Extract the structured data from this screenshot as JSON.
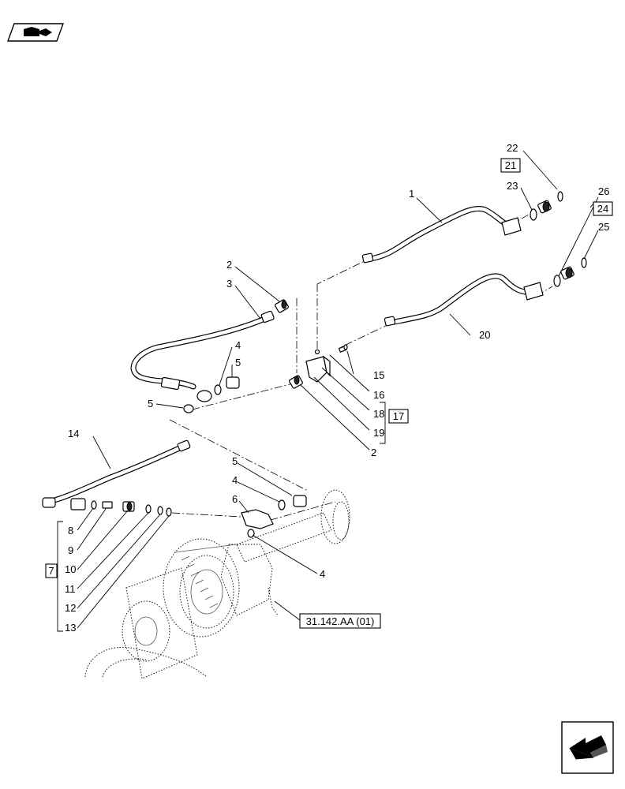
{
  "callouts": [
    {
      "id": "c1",
      "text": "1"
    },
    {
      "id": "c2a",
      "text": "2"
    },
    {
      "id": "c2b",
      "text": "2"
    },
    {
      "id": "c3",
      "text": "3"
    },
    {
      "id": "c4a",
      "text": "4"
    },
    {
      "id": "c4b",
      "text": "4"
    },
    {
      "id": "c4c",
      "text": "4"
    },
    {
      "id": "c5a",
      "text": "5"
    },
    {
      "id": "c5b",
      "text": "5"
    },
    {
      "id": "c5c",
      "text": "5"
    },
    {
      "id": "c6",
      "text": "6"
    },
    {
      "id": "c8",
      "text": "8"
    },
    {
      "id": "c9",
      "text": "9"
    },
    {
      "id": "c10",
      "text": "10"
    },
    {
      "id": "c11",
      "text": "11"
    },
    {
      "id": "c12",
      "text": "12"
    },
    {
      "id": "c13",
      "text": "13"
    },
    {
      "id": "c14",
      "text": "14"
    },
    {
      "id": "c15",
      "text": "15"
    },
    {
      "id": "c16",
      "text": "16"
    },
    {
      "id": "c18",
      "text": "18"
    },
    {
      "id": "c19",
      "text": "19"
    },
    {
      "id": "c20",
      "text": "20"
    },
    {
      "id": "c22",
      "text": "22"
    },
    {
      "id": "c23",
      "text": "23"
    },
    {
      "id": "c25",
      "text": "25"
    },
    {
      "id": "c26",
      "text": "26"
    }
  ],
  "boxed_labels": {
    "kit_7": "7",
    "kit_17": "17",
    "kit_21": "21",
    "kit_24": "24",
    "reference": "31.142.AA (01)"
  },
  "icons": {
    "top_left": "book-hand-icon",
    "bottom_right": "next-page-arrow-icon"
  }
}
